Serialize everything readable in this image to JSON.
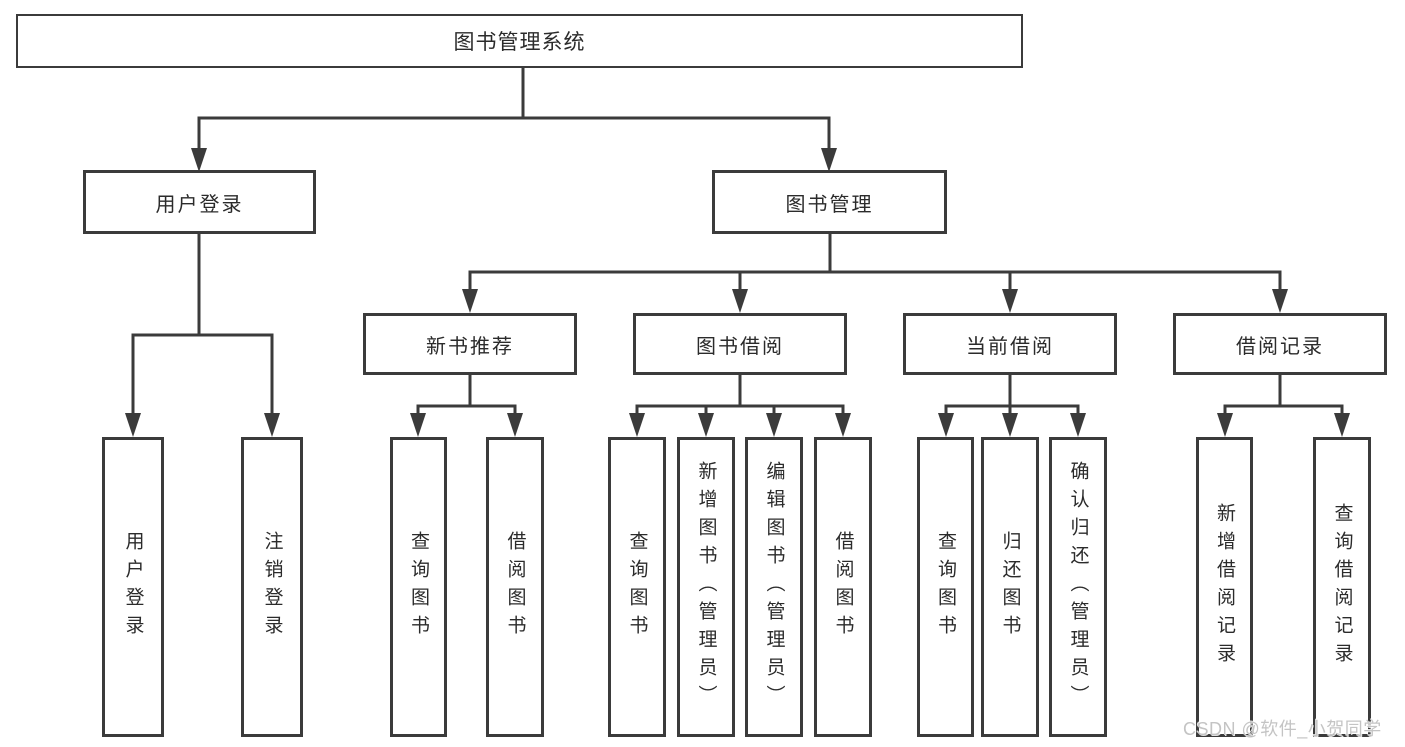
{
  "colors": {
    "line": "#3b3b3b",
    "text": "#2b2b2b",
    "watermark": "#c4c4c4"
  },
  "nodes": {
    "root": "图书管理系统",
    "level1": [
      "用户登录",
      "图书管理"
    ],
    "level2": [
      "新书推荐",
      "图书借阅",
      "当前借阅",
      "借阅记录"
    ],
    "leaves_user": [
      "用户登录",
      "注销登录"
    ],
    "leaves_new_books": [
      "查询图书",
      "借阅图书"
    ],
    "leaves_borrow": [
      "查询图书",
      "新增图书（管理员）",
      "编辑图书（管理员）",
      "借阅图书"
    ],
    "leaves_current": [
      "查询图书",
      "归还图书",
      "确认归还（管理员）"
    ],
    "leaves_records": [
      "新增借阅记录",
      "查询借阅记录"
    ]
  },
  "watermark": {
    "text": "CSDN @软件_小贺同学"
  }
}
